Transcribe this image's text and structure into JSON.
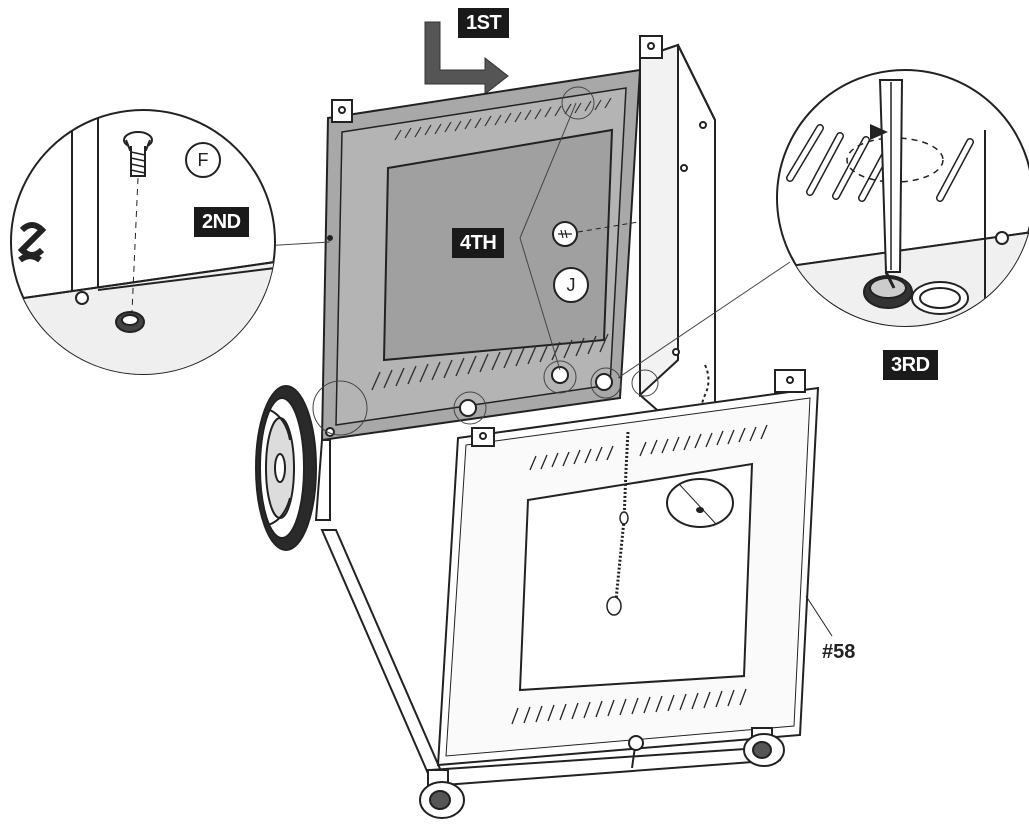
{
  "steps": {
    "first": "1ST",
    "second": "2ND",
    "third": "3RD",
    "fourth": "4TH"
  },
  "parts": {
    "screw_letter": "F",
    "cap_letter": "J",
    "panel_number": "#58"
  },
  "colors": {
    "line": "#222222",
    "panel_fill": "#a8a8a8",
    "label_bg": "#1a1a1a",
    "arrow": "#555555"
  }
}
